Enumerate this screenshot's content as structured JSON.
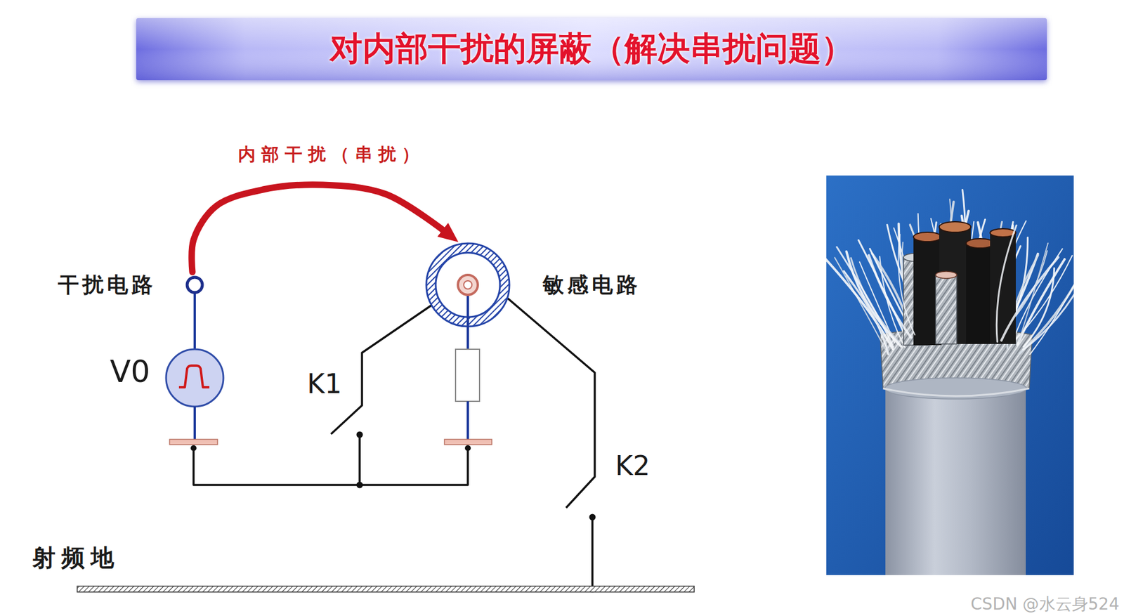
{
  "diagram": {
    "title": "对内部干扰的屏蔽（解决串扰问题）",
    "nodes": [
      {
        "text": [
          "干扰电路"
        ]
      },
      {
        "text": [
          "敏感电路"
        ]
      }
    ],
    "edges": [
      {
        "from": 0,
        "to": 1,
        "arrow": "to",
        "label": "内部干扰（串扰）"
      }
    ],
    "labels": [
      "V0",
      "K1",
      "K2",
      "射频地",
      "CSDN @水云身524"
    ]
  }
}
